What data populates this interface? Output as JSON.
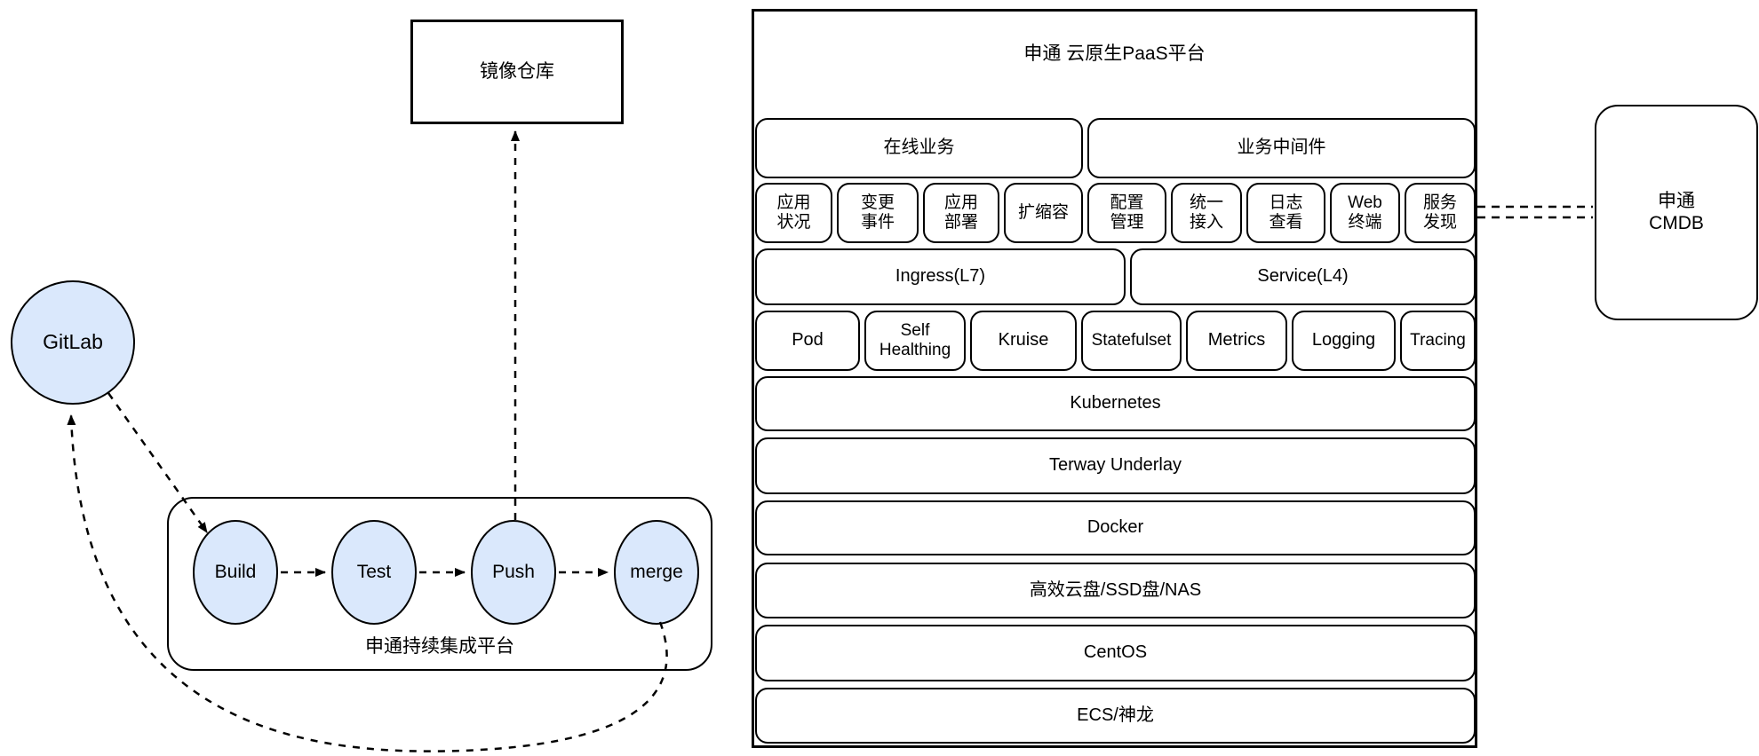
{
  "left": {
    "registry_label": "镜像仓库",
    "gitlab_label": "GitLab",
    "ci_platform_label": "申通持续集成平台",
    "steps": [
      {
        "label": "Build"
      },
      {
        "label": "Test"
      },
      {
        "label": "Push"
      },
      {
        "label": "merge"
      }
    ]
  },
  "paas": {
    "title": "申通 云原生PaaS平台",
    "headers": [
      {
        "label": "在线业务"
      },
      {
        "label": "业务中间件"
      }
    ],
    "features": [
      {
        "label": "应用\n状况"
      },
      {
        "label": "变更\n事件"
      },
      {
        "label": "应用\n部署"
      },
      {
        "label": "扩缩容"
      },
      {
        "label": "配置\n管理"
      },
      {
        "label": "统一\n接入"
      },
      {
        "label": "日志\n查看"
      },
      {
        "label": "Web\n终端"
      },
      {
        "label": "服务\n发现"
      }
    ],
    "network": [
      {
        "label": "Ingress(L7)"
      },
      {
        "label": "Service(L4)"
      }
    ],
    "workload": [
      {
        "label": "Pod"
      },
      {
        "label": "Self\nHealthing"
      },
      {
        "label": "Kruise"
      },
      {
        "label": "Statefulset"
      },
      {
        "label": "Metrics"
      },
      {
        "label": "Logging"
      },
      {
        "label": "Tracing"
      }
    ],
    "layers": [
      {
        "label": "Kubernetes"
      },
      {
        "label": "Terway Underlay"
      },
      {
        "label": "Docker"
      },
      {
        "label": "高效云盘/SSD盘/NAS"
      },
      {
        "label": "CentOS"
      },
      {
        "label": "ECS/神龙"
      }
    ]
  },
  "cmdb_label": "申通\nCMDB",
  "colors": {
    "node_fill": "#dae8fc",
    "stroke": "#000000",
    "background": "#ffffff"
  }
}
